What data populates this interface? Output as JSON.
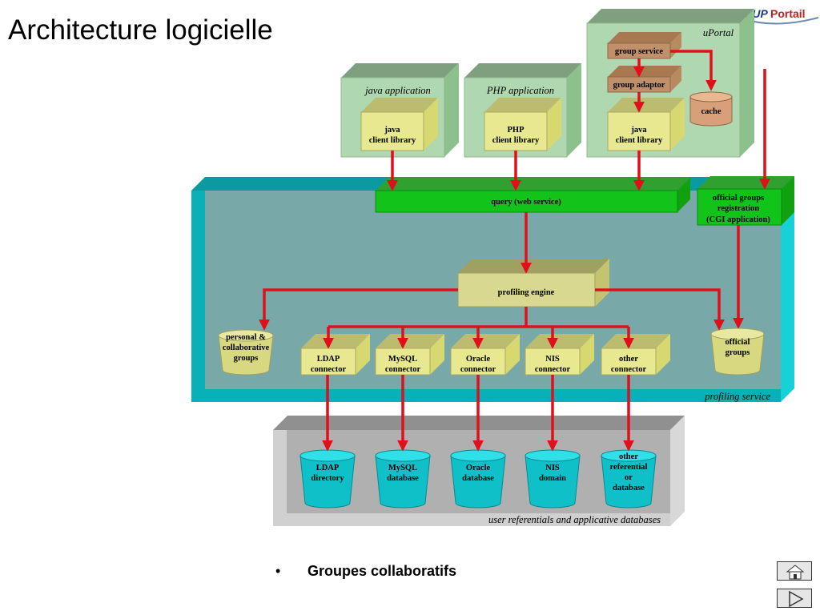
{
  "slide": {
    "title": "Architecture logicielle",
    "logo_text": "SUP Portail",
    "bullet": "Groupes collaboratifs",
    "bullet_marker": "•"
  },
  "diagram": {
    "containers": {
      "java_app": "java application",
      "php_app": "PHP application",
      "uportal": "uPortal",
      "profiling_service": "profiling service",
      "databases": "user referentials and applicative databases"
    },
    "boxes": {
      "java_lib_1": [
        "java",
        "client library"
      ],
      "php_lib": [
        "PHP",
        "client library"
      ],
      "java_lib_2": [
        "java",
        "client library"
      ],
      "group_service": "group service",
      "group_adaptor": "group adaptor",
      "query": "query (web service)",
      "official_reg": [
        "official groups",
        "registration",
        "(CGI application)"
      ],
      "profiling_engine": "profiling engine",
      "ldap_connector": [
        "LDAP",
        "connector"
      ],
      "mysql_connector": [
        "MySQL",
        "connector"
      ],
      "oracle_connector": [
        "Oracle",
        "connector"
      ],
      "nis_connector": [
        "NIS",
        "connector"
      ],
      "other_connector": [
        "other",
        "connector"
      ]
    },
    "cylinders": {
      "cache": "cache",
      "personal_groups": [
        "personal &",
        "collaborative",
        "groups"
      ],
      "official_groups": [
        "official",
        "groups"
      ],
      "ldap_directory": [
        "LDAP",
        "directory"
      ],
      "mysql_database": [
        "MySQL",
        "database"
      ],
      "oracle_database": [
        "Oracle",
        "database"
      ],
      "nis_domain": [
        "NIS",
        "domain"
      ],
      "other_referential": [
        "other",
        "referential",
        "or",
        "database"
      ]
    }
  },
  "nav": {
    "home_icon": "home-icon",
    "next_icon": "play-next-icon"
  },
  "colors": {
    "arrow": "#e0101a",
    "yellow_box": "#e8e890",
    "brown_box": "#c0906a",
    "green_box": "#12c41a",
    "cyan_cyl": "#18d0d8",
    "profiling_bg": "#78a8a8",
    "profiling_frame": "#08b0b8",
    "app_bg": "#b0d8b0",
    "db_bg": "#b0b0b0"
  }
}
